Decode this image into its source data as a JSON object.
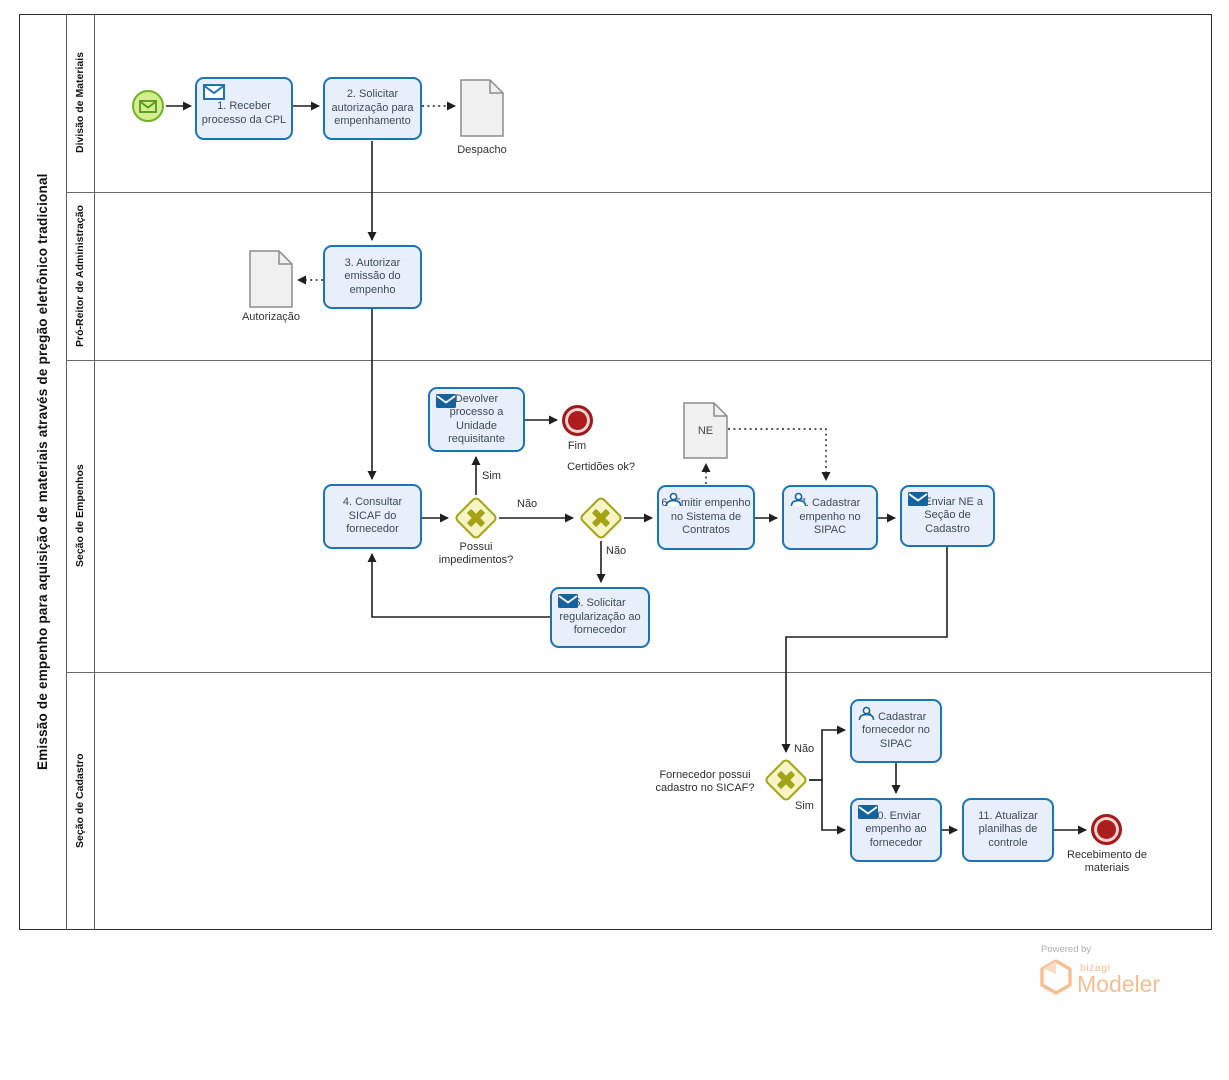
{
  "diagram": {
    "title": "Emissão de empenho para aquisição de materiais através de pregão eletrônico tradicional",
    "lanes": [
      {
        "label": "Divisão de Materiais"
      },
      {
        "label": "Pró-Reitor de Administração"
      },
      {
        "label": "Seção de Empenhos"
      },
      {
        "label": "Seção de Cadastro"
      }
    ],
    "tasks": {
      "t1": "1. Receber processo da CPL",
      "t2": "2. Solicitar autorização para empenhamento",
      "t3": "3. Autorizar emissão do empenho",
      "t4": "4. Consultar SICAF do fornecedor",
      "tdev": "Devolver processo a Unidade requisitante",
      "t5": "5. Solicitar regularização ao fornecedor",
      "t6": "6. Emitir empenho no Sistema de Contratos",
      "t7": "7. Cadastrar empenho no SIPAC",
      "t8": "8. Enviar NE a Seção de Cadastro",
      "t9": "9. Cadastrar fornecedor no SIPAC",
      "t10": "10. Enviar empenho ao fornecedor",
      "t11": "11. Atualizar planilhas de controle"
    },
    "gateways": {
      "g1": "Possui impedimentos?",
      "g2": "Certidões ok?",
      "g3": "Fornecedor possui cadastro no SICAF?"
    },
    "events": {
      "fim": "Fim",
      "recebimento": "Recebimento de materiais"
    },
    "documents": {
      "despacho": "Despacho",
      "autorizacao": "Autorização",
      "ne": "NE"
    },
    "edge_labels": {
      "g1_sim": "Sim",
      "g1_nao": "Não",
      "g2_nao": "Não",
      "g3_nao": "Não",
      "g3_sim": "Sim"
    },
    "colors": {
      "task_fill": "#E8EEFA",
      "task_border": "#1B74B8",
      "gateway_fill": "#F6F4C5",
      "gateway_border": "#A5A215",
      "start_fill": "#D4ED90",
      "start_border": "#6FB224",
      "end_red": "#A21B1B",
      "doc_fill": "#F0F0F0",
      "doc_border": "#8C8C8C"
    }
  },
  "footer": {
    "powered_by": "Powered by",
    "brand": "bizagi",
    "product": "Modeler"
  }
}
